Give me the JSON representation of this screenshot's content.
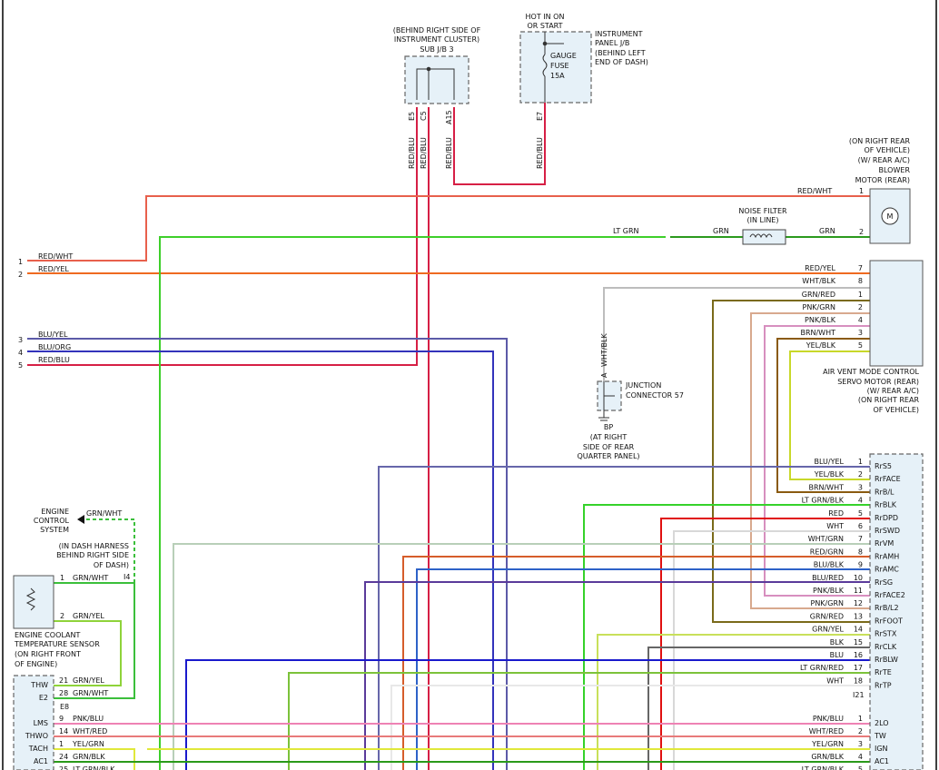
{
  "labels": {
    "subjb_loc": "(BEHIND RIGHT SIDE OF",
    "subjb_loc2": "INSTRUMENT CLUSTER)",
    "subjb_name": "SUB J/B 3",
    "hot1": "HOT IN ON",
    "hot2": "OR START",
    "ipjb1": "INSTRUMENT",
    "ipjb2": "PANEL J/B",
    "ipjb3": "(BEHIND LEFT",
    "ipjb4": "END OF DASH)",
    "fuse1": "GAUGE",
    "fuse2": "FUSE",
    "fuse3": "15A",
    "blower1": "(ON RIGHT REAR",
    "blower2": "OF VEHICLE)",
    "blower3": "(W/ REAR A/C)",
    "blower4": "BLOWER",
    "blower5": "MOTOR (REAR)",
    "motor_m": "M",
    "nf1": "NOISE FILTER",
    "nf2": "(IN LINE)",
    "servo1": "AIR VENT MODE CONTROL",
    "servo2": "SERVO MOTOR (REAR)",
    "servo3": "(W/ REAR A/C)",
    "servo4": "(ON RIGHT REAR",
    "servo5": "OF VEHICLE)",
    "jc1": "JUNCTION",
    "jc2": "CONNECTOR 57",
    "bp1": "BP",
    "bp2": "(AT RIGHT",
    "bp3": "SIDE OF REAR",
    "bp4": "QUARTER PANEL)",
    "ecs1": "ENGINE",
    "ecs2": "CONTROL",
    "ecs3": "SYSTEM",
    "dash1": "(IN DASH HARNESS",
    "dash2": "BEHIND RIGHT SIDE",
    "dash3": "OF DASH)",
    "ect1": "ENGINE COOLANT",
    "ect2": "TEMPERATURE SENSOR",
    "ect3": "(ON RIGHT FRONT",
    "ect4": "OF ENGINE)",
    "conn_i4": "I4",
    "conn_e8": "E8",
    "conn_i21": "I21",
    "pin_e5": "E5",
    "pin_c5": "C5",
    "pin_a15": "A15",
    "pin_e7": "E7",
    "pin_a": "A"
  },
  "wires": {
    "red_blu": "RED/BLU",
    "red_wht": "RED/WHT",
    "red_yel": "RED/YEL",
    "lt_grn": "LT GRN",
    "grn": "GRN",
    "wht_blk": "WHT/BLK",
    "blu_yel": "BLU/YEL",
    "blu_org": "BLU/ORG",
    "grn_wht": "GRN/WHT",
    "grn_yel": "GRN/YEL"
  },
  "left_pins": [
    "1",
    "2",
    "3",
    "4",
    "5"
  ],
  "servo_pins": [
    {
      "color": "RED/YEL",
      "pin": "7"
    },
    {
      "color": "WHT/BLK",
      "pin": "8"
    },
    {
      "color": "GRN/RED",
      "pin": "1"
    },
    {
      "color": "PNK/GRN",
      "pin": "2"
    },
    {
      "color": "PNK/BLK",
      "pin": "4"
    },
    {
      "color": "BRN/WHT",
      "pin": "3"
    },
    {
      "color": "YEL/BLK",
      "pin": "5"
    }
  ],
  "blower_pins": [
    "1",
    "2"
  ],
  "rear_unit_pins": [
    {
      "color": "BLU/YEL",
      "pin": "1",
      "name": "RrS5"
    },
    {
      "color": "YEL/BLK",
      "pin": "2",
      "name": "RrFACE"
    },
    {
      "color": "BRN/WHT",
      "pin": "3",
      "name": "RrB/L"
    },
    {
      "color": "LT GRN/BLK",
      "pin": "4",
      "name": "RrBLK"
    },
    {
      "color": "RED",
      "pin": "5",
      "name": "RrDPD"
    },
    {
      "color": "WHT",
      "pin": "6",
      "name": "RrSWD"
    },
    {
      "color": "WHT/GRN",
      "pin": "7",
      "name": "RrVM"
    },
    {
      "color": "RED/GRN",
      "pin": "8",
      "name": "RrAMH"
    },
    {
      "color": "BLU/BLK",
      "pin": "9",
      "name": "RrAMC"
    },
    {
      "color": "BLU/RED",
      "pin": "10",
      "name": "RrSG"
    },
    {
      "color": "PNK/BLK",
      "pin": "11",
      "name": "RrFACE2"
    },
    {
      "color": "PNK/GRN",
      "pin": "12",
      "name": "RrB/L2"
    },
    {
      "color": "GRN/RED",
      "pin": "13",
      "name": "RrFOOT"
    },
    {
      "color": "GRN/YEL",
      "pin": "14",
      "name": "RrSTX"
    },
    {
      "color": "BLK",
      "pin": "15",
      "name": "RrCLK"
    },
    {
      "color": "BLU",
      "pin": "16",
      "name": "RrBLW"
    },
    {
      "color": "LT GRN/RED",
      "pin": "17",
      "name": "RrTE"
    },
    {
      "color": "WHT",
      "pin": "18",
      "name": "RrTP"
    }
  ],
  "i21_pins": [
    {
      "color": "PNK/BLU",
      "pin": "1",
      "name": "2LO"
    },
    {
      "color": "WHT/RED",
      "pin": "2",
      "name": "TW"
    },
    {
      "color": "YEL/GRN",
      "pin": "3",
      "name": "IGN"
    },
    {
      "color": "GRN/BLK",
      "pin": "4",
      "name": "AC1"
    },
    {
      "color": "LT GRN/BLK",
      "pin": "5",
      "name": ""
    }
  ],
  "ecm_pins": [
    {
      "name": "THW",
      "pin": "21",
      "color": "GRN/YEL"
    },
    {
      "name": "E2",
      "pin": "28",
      "color": "GRN/WHT"
    },
    {
      "name": "LMS",
      "pin": "9",
      "color": "PNK/BLU"
    },
    {
      "name": "THWO",
      "pin": "14",
      "color": "WHT/RED"
    },
    {
      "name": "TACH",
      "pin": "1",
      "color": "YEL/GRN"
    },
    {
      "name": "AC1",
      "pin": "24",
      "color": "GRN/BLK"
    },
    {
      "name": "",
      "pin": "25",
      "color": "LT GRN/BLK"
    }
  ],
  "ect_pins": [
    {
      "pin": "1",
      "color": "GRN/WHT"
    },
    {
      "pin": "2",
      "color": "GRN/YEL"
    }
  ]
}
